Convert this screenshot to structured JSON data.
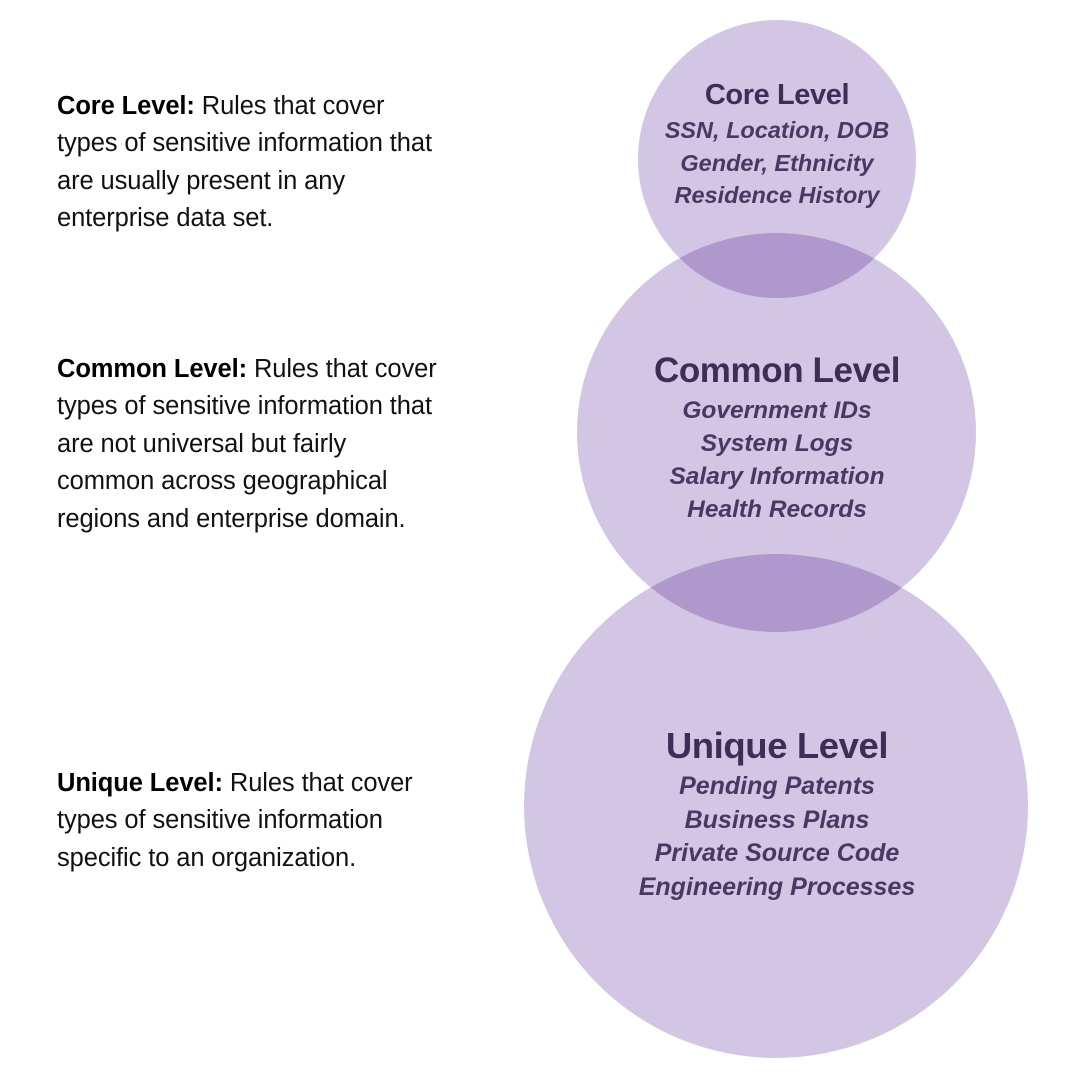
{
  "descriptions": [
    {
      "lead": "Core Level:",
      "body": " Rules that cover types of sensitive information that are usually present in any enterprise data set."
    },
    {
      "lead": "Common Level:",
      "body": " Rules that cover types of sensitive information that are not universal but fairly common across geographical regions and enterprise domain."
    },
    {
      "lead": "Unique Level:",
      "body": " Rules that cover types of sensitive information specific to an organization."
    }
  ],
  "venn": {
    "circle_fill": "#c9b8de",
    "overlap_fill": "#ad9bc9",
    "title_color": "#3b2f56",
    "item_color": "#463a63",
    "groups": [
      {
        "title": "Core Level",
        "items": [
          "SSN, Location, DOB",
          "Gender, Ethnicity",
          "Residence History"
        ]
      },
      {
        "title": "Common Level",
        "items": [
          "Government IDs",
          "System Logs",
          "Salary Information",
          "Health Records"
        ]
      },
      {
        "title": "Unique Level",
        "items": [
          "Pending Patents",
          "Business Plans",
          "Private Source Code",
          "Engineering Processes"
        ]
      }
    ]
  }
}
